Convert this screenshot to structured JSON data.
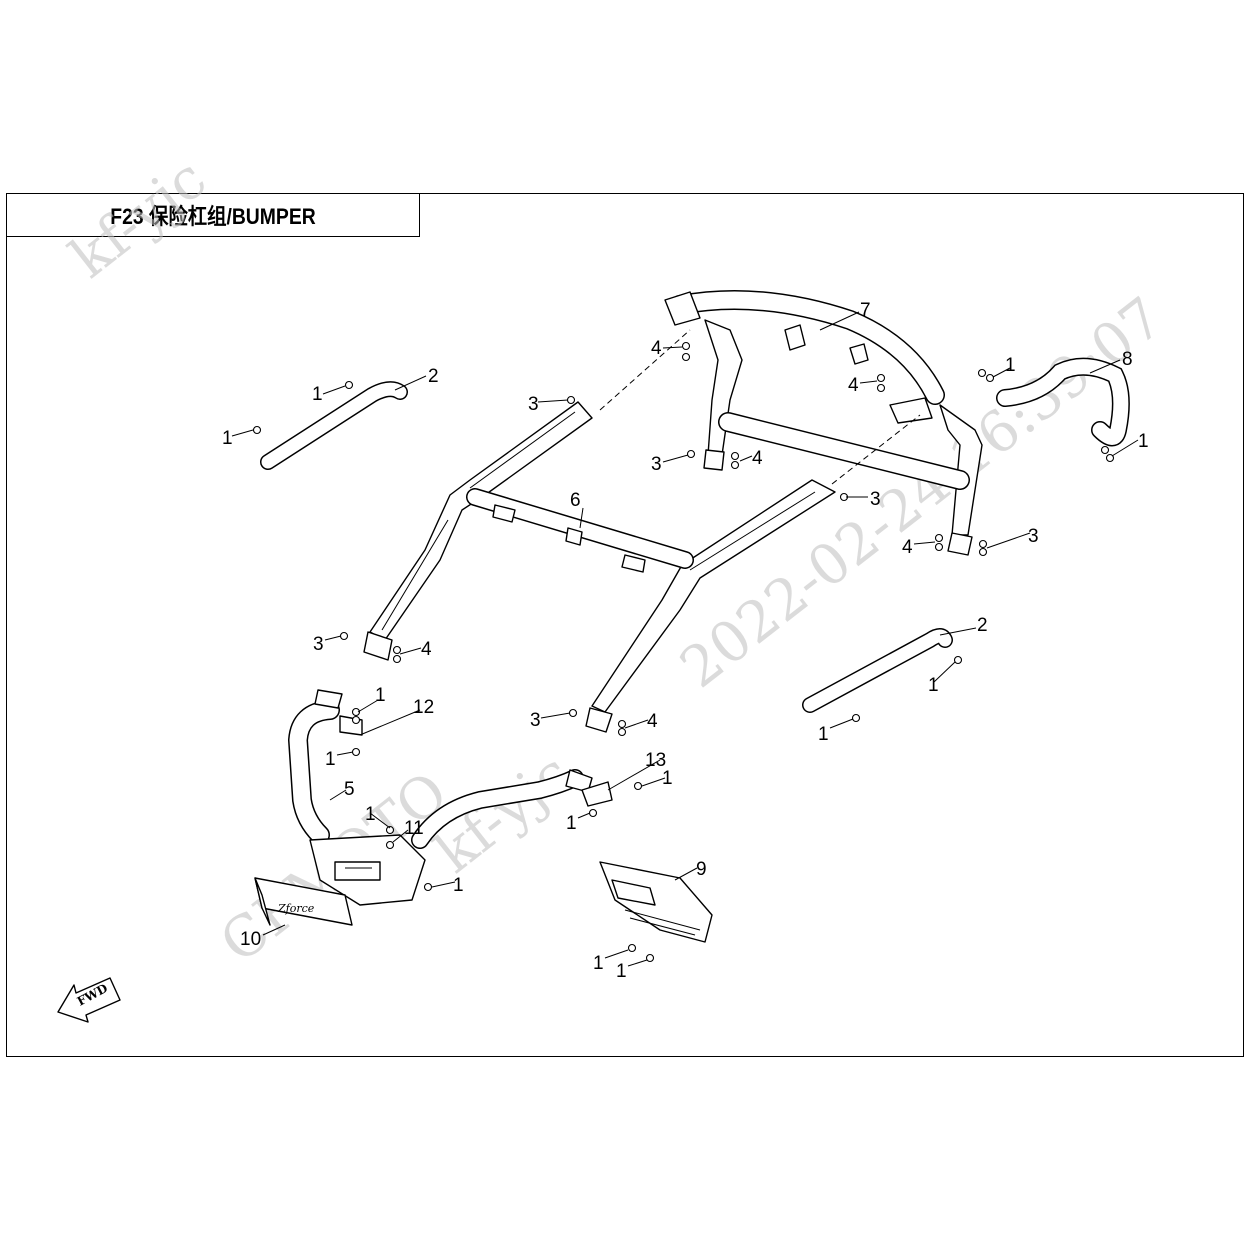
{
  "title": "F23 保险杠组/BUMPER",
  "watermark": {
    "brand": "CFMOTO",
    "user": "kf-yjc",
    "timestamp": "2022-02-24 16:39:07"
  },
  "direction_label": "FWD",
  "emblem_text": "Zforce",
  "callout_numbers": [
    "1",
    "2",
    "3",
    "4",
    "5",
    "6",
    "7",
    "8",
    "9",
    "10",
    "11",
    "12",
    "13"
  ]
}
